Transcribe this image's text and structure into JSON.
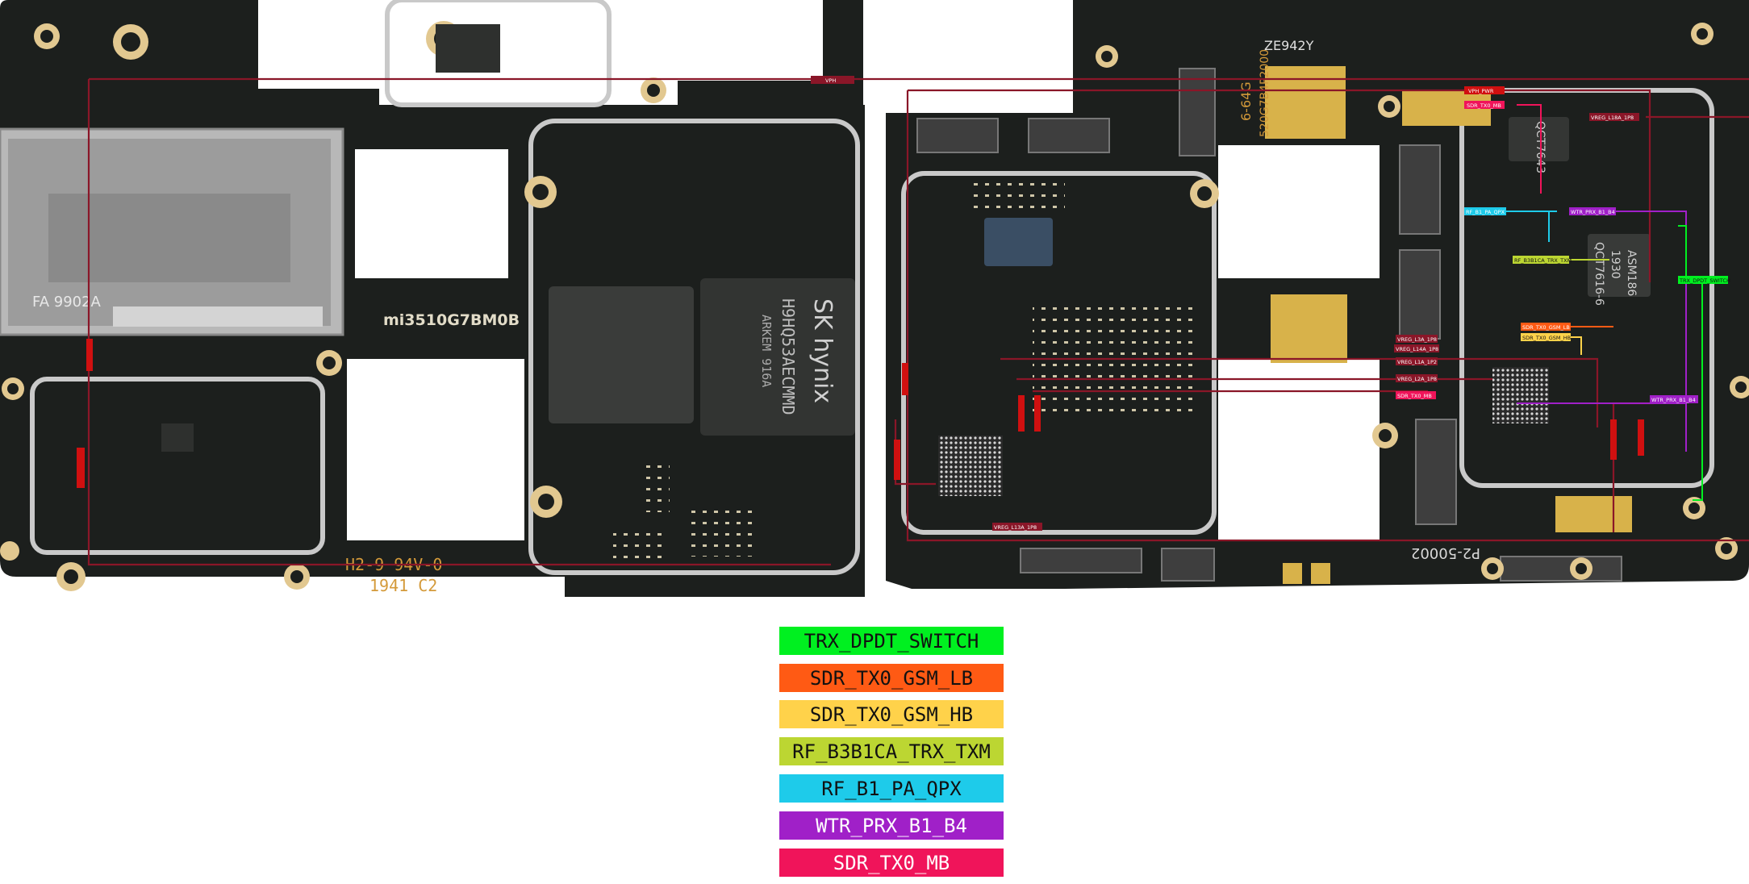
{
  "board": {
    "left_marking": "mi3510G7BM0B",
    "left_bottom_line1": "H2-9 94V-0",
    "left_bottom_line2": "1941 C2",
    "sim_tray_marking": "FA 9902A",
    "memory_brand": "SK hynix",
    "memory_part": "H9HQ53AECMMD",
    "memory_line3": "ARKEM 916A",
    "right_top_marking": "ZE942Y",
    "right_part_marking": "6-64G",
    "right_part_marking2": "520G7B4P2000",
    "right_bottom_marking": "P2-50002",
    "right_chip_label1": "QCT7643",
    "right_chip_label2": "QCT7616-6",
    "right_chip_label3": "1930",
    "right_chip_label4": "ASM186"
  },
  "trace_labels": {
    "vph": "VPH",
    "vph_pwr": "VPH_PWR",
    "sdr_tx0_mb": "SDR_TX0_MB",
    "vreg_l18a_1p8": "VREG_L18A_1P8",
    "rf_b1_pa_qpx": "RF_B1_PA_QPX",
    "wtr_prx_b1_b4": "WTR_PRX_B1_B4",
    "rf_b3b1ca_trx_txm": "RF_B3B1CA_TRX_TXM",
    "trx_dpdt_switch": "TRX_DPDT_SWITCH",
    "sdr_tx0_gsm_lb": "SDR_TX0_GSM_LB",
    "sdr_tx0_gsm_hb": "SDR_TX0_GSM_HB",
    "vreg_l3a_1p8": "VREG_L3A_1P8",
    "vreg_l14a_1p8": "VREG_L14A_1P8",
    "vreg_l1a_1p2": "VREG_L1A_1P2",
    "vreg_l2a_1p8": "VREG_L2A_1P8",
    "vreg_l13a_1p8": "VREG_L13A_1P8",
    "wtr_prx_b1_b4_right": "WTR_PRX_B1_B4",
    "sdr_tx0_mb_low": "SDR_TX0_MB"
  },
  "legend": [
    {
      "label": "TRX_DPDT_SWITCH",
      "color": "#00f020"
    },
    {
      "label": "SDR_TX0_GSM_LB",
      "color": "#ff5a14"
    },
    {
      "label": "SDR_TX0_GSM_HB",
      "color": "#ffd24a"
    },
    {
      "label": "RF_B3B1CA_TRX_TXM",
      "color": "#bcd632"
    },
    {
      "label": "RF_B1_PA_QPX",
      "color": "#1ecbea"
    },
    {
      "label": "WTR_PRX_B1_B4",
      "color": "#a020c8"
    },
    {
      "label": "SDR_TX0_MB",
      "color": "#f0145a"
    }
  ]
}
